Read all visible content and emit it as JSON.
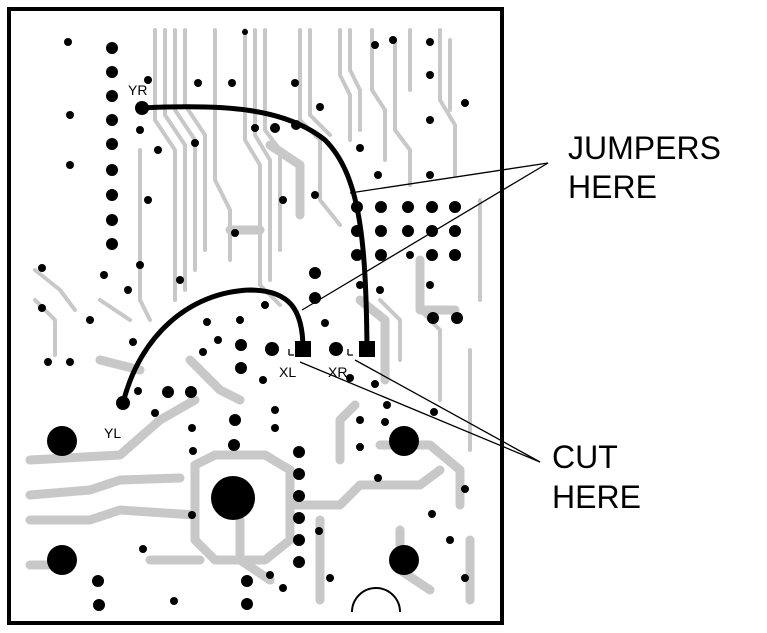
{
  "labels": {
    "yr": "YR",
    "yl": "YL",
    "xl": "XL",
    "xr": "XR"
  },
  "callouts": {
    "jumpers_line1": "JUMPERS",
    "jumpers_line2": "HERE",
    "cut_line1": "CUT",
    "cut_line2": "HERE"
  },
  "colors": {
    "trace": "#c8c8c8",
    "pad": "#000000",
    "jumper_wire": "#000000",
    "background": "#ffffff"
  }
}
